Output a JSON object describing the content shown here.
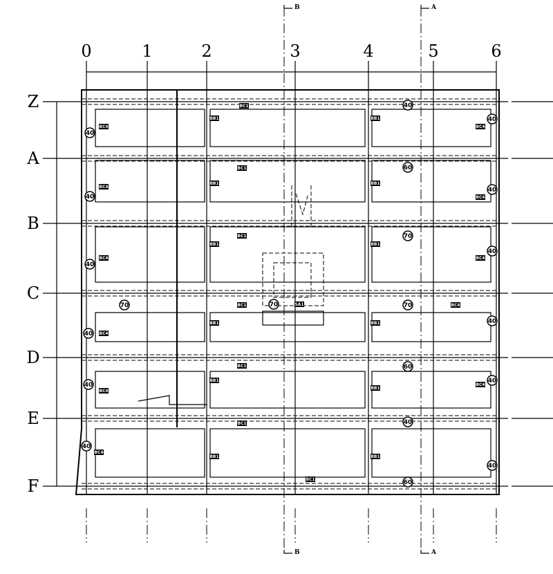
{
  "drawing": {
    "columns": [
      "0",
      "1",
      "2",
      "3",
      "4",
      "5",
      "6"
    ],
    "rows": [
      "Z",
      "A",
      "B",
      "C",
      "D",
      "E",
      "F"
    ],
    "section_marks": [
      {
        "label": "B"
      },
      {
        "label": "A"
      }
    ],
    "slab_thickness_labels": [
      "40",
      "40",
      "40",
      "60",
      "40",
      "40",
      "70",
      "40",
      "40",
      "70",
      "70",
      "70",
      "40",
      "40",
      "60",
      "40",
      "40",
      "40",
      "40",
      "40",
      "60"
    ],
    "element_tags": [
      "BC1",
      "BC4",
      "BB1",
      "BB1",
      "BC4",
      "BC1",
      "BB1",
      "BB1",
      "BC4",
      "BC4",
      "BC1",
      "BB1",
      "BB1",
      "BC4",
      "BC4",
      "BC1",
      "BB1",
      "BB1",
      "BC4",
      "SA1",
      "BC4",
      "BC1",
      "BB1",
      "BB1",
      "BC4",
      "BC4",
      "BC1",
      "BB1",
      "BB1",
      "BC4",
      "BC1"
    ]
  }
}
